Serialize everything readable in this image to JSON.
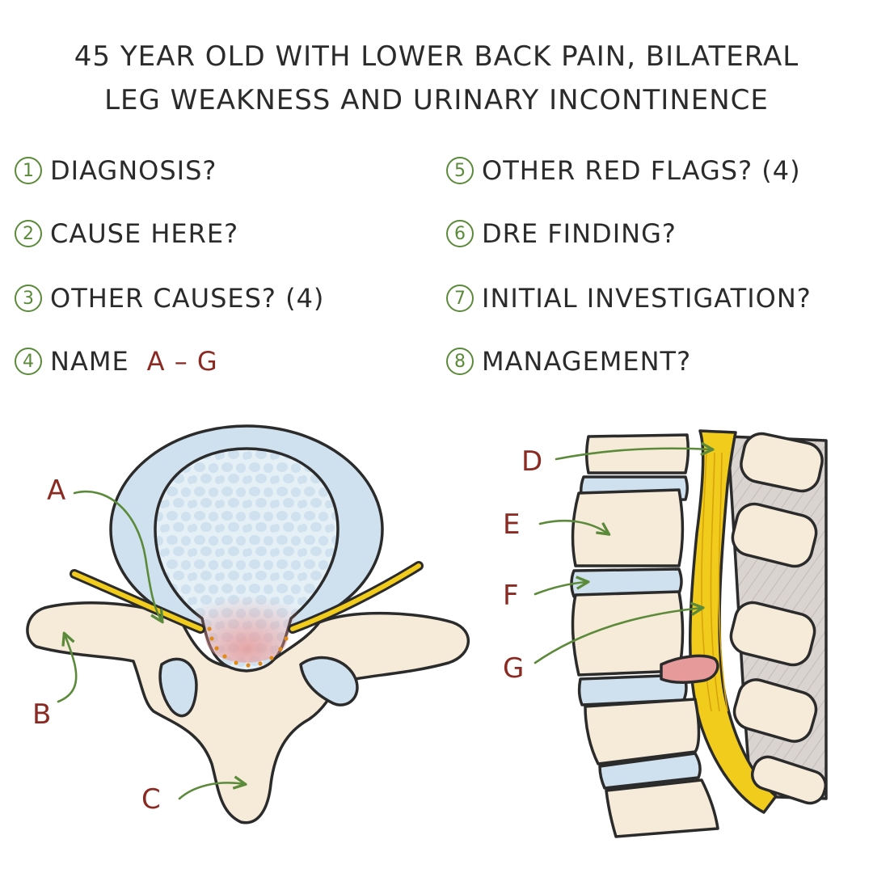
{
  "title": {
    "line1": "45 YEAR OLD WITH LOWER BACK PAIN, BILATERAL",
    "line2": "LEG WEAKNESS AND URINARY INCONTINENCE"
  },
  "questions": [
    {
      "num": "1",
      "text": "DIAGNOSIS?"
    },
    {
      "num": "2",
      "text": "CAUSE HERE?"
    },
    {
      "num": "3",
      "text": "OTHER CAUSES? (4)"
    },
    {
      "num": "4",
      "text": "NAME",
      "accent": "A – G"
    },
    {
      "num": "5",
      "text": "OTHER RED FLAGS? (4)"
    },
    {
      "num": "6",
      "text": "DRE FINDING?"
    },
    {
      "num": "7",
      "text": "INITIAL INVESTIGATION?"
    },
    {
      "num": "8",
      "text": "MANAGEMENT?"
    }
  ],
  "labels": {
    "a": "A",
    "b": "B",
    "c": "C",
    "d": "D",
    "e": "E",
    "f": "F",
    "g": "G"
  },
  "colors": {
    "ink": "#2b2b2b",
    "question_number": "#5b8a3a",
    "label": "#8a2a22",
    "arrow": "#5b8a3a",
    "bone": "#f6ebd9",
    "disc": "#cfe1ee",
    "nerve": "#f1cc1c",
    "herniation": "#e79a9a"
  }
}
